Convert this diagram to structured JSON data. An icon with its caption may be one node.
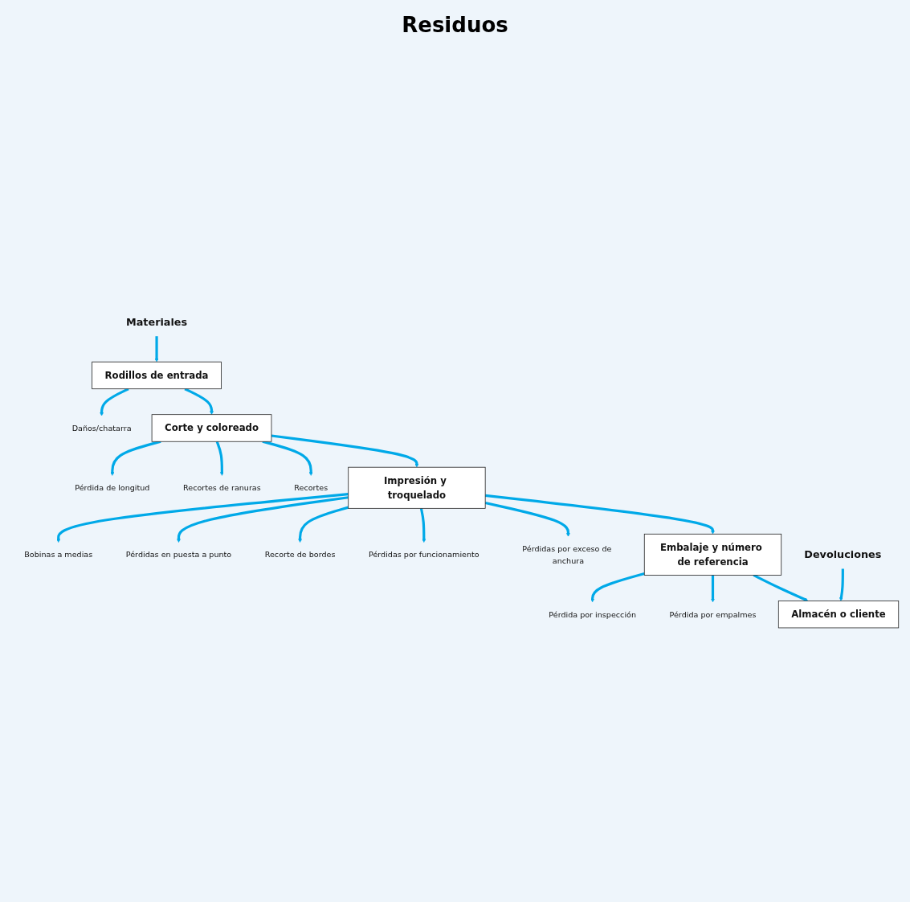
{
  "diagram": {
    "nodes": [
      {
        "text": [
          "Materiales"
        ]
      },
      {
        "text": [
          "Rodillos de entrada"
        ]
      },
      {
        "text": [
          "Daños/chatarra"
        ]
      },
      {
        "text": [
          "Corte y coloreado"
        ]
      },
      {
        "text": [
          "Pérdida de longitud"
        ]
      },
      {
        "text": [
          "Recortes de ranuras"
        ]
      },
      {
        "text": [
          "Recortes"
        ]
      },
      {
        "text": [
          "Impresión y troquelado"
        ]
      },
      {
        "text": [
          "Bobinas a medias"
        ]
      },
      {
        "text": [
          "Pérdidas en puesta a punto"
        ]
      },
      {
        "text": [
          "Recorte de bordes"
        ]
      },
      {
        "text": [
          "Pérdidas por funcionamiento"
        ]
      },
      {
        "text": [
          "Pérdidas por exceso de anchura"
        ]
      },
      {
        "text": [
          "Embalaje y número de referencia"
        ]
      },
      {
        "text": [
          "Pérdida por inspección"
        ]
      },
      {
        "text": [
          "Pérdida por empalmes"
        ]
      },
      {
        "text": [
          "Almacén o cliente"
        ]
      },
      {
        "text": [
          "Devoluciones"
        ]
      }
    ],
    "edges": [
      {
        "from": 0,
        "to": 1,
        "arrow": "to"
      },
      {
        "from": 1,
        "to": 2,
        "arrow": "to"
      },
      {
        "from": 1,
        "to": 3,
        "arrow": "to"
      },
      {
        "from": 3,
        "to": 4,
        "arrow": "to"
      },
      {
        "from": 3,
        "to": 5,
        "arrow": "to"
      },
      {
        "from": 3,
        "to": 6,
        "arrow": "to"
      },
      {
        "from": 3,
        "to": 7,
        "arrow": "to"
      },
      {
        "from": 7,
        "to": 8,
        "arrow": "to"
      },
      {
        "from": 7,
        "to": 9,
        "arrow": "to"
      },
      {
        "from": 7,
        "to": 10,
        "arrow": "to"
      },
      {
        "from": 7,
        "to": 11,
        "arrow": "to"
      },
      {
        "from": 7,
        "to": 12,
        "arrow": "to"
      },
      {
        "from": 7,
        "to": 13,
        "arrow": "to"
      },
      {
        "from": 13,
        "to": 14,
        "arrow": "to"
      },
      {
        "from": 13,
        "to": 15,
        "arrow": "to"
      },
      {
        "from": 13,
        "to": 16,
        "arrow": "to"
      },
      {
        "from": 17,
        "to": 16,
        "arrow": "to"
      }
    ],
    "labels": [
      "Residuos"
    ]
  }
}
